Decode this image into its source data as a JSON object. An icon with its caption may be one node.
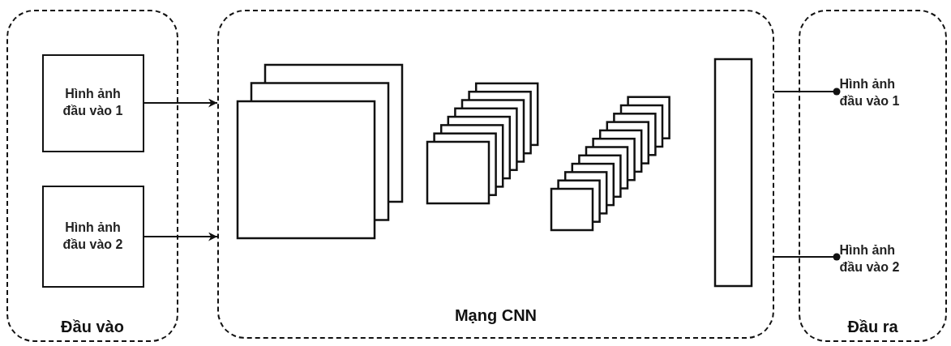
{
  "diagram": {
    "nodes": [
      {
        "text": [
          "Đầu vào"
        ]
      },
      {
        "text": [
          "Hình ảnh đầu vào 1"
        ],
        "in": 0
      },
      {
        "text": [
          "Hình ảnh đầu vào 2"
        ],
        "in": 0
      },
      {
        "text": [
          "Mạng CNN"
        ]
      },
      {
        "text": [
          "Đầu ra"
        ]
      },
      {
        "text": [
          "Hình ảnh đầu vào 1"
        ],
        "in": 4
      },
      {
        "text": [
          "Hình ảnh đầu vào 2"
        ],
        "in": 4
      }
    ],
    "edges": [
      {
        "from": 1,
        "to": 3,
        "arrow": "to"
      },
      {
        "from": 2,
        "to": 3,
        "arrow": "to"
      },
      {
        "from": 3,
        "to": 5,
        "arrow": "other"
      },
      {
        "from": 3,
        "to": 6,
        "arrow": "other"
      }
    ]
  }
}
